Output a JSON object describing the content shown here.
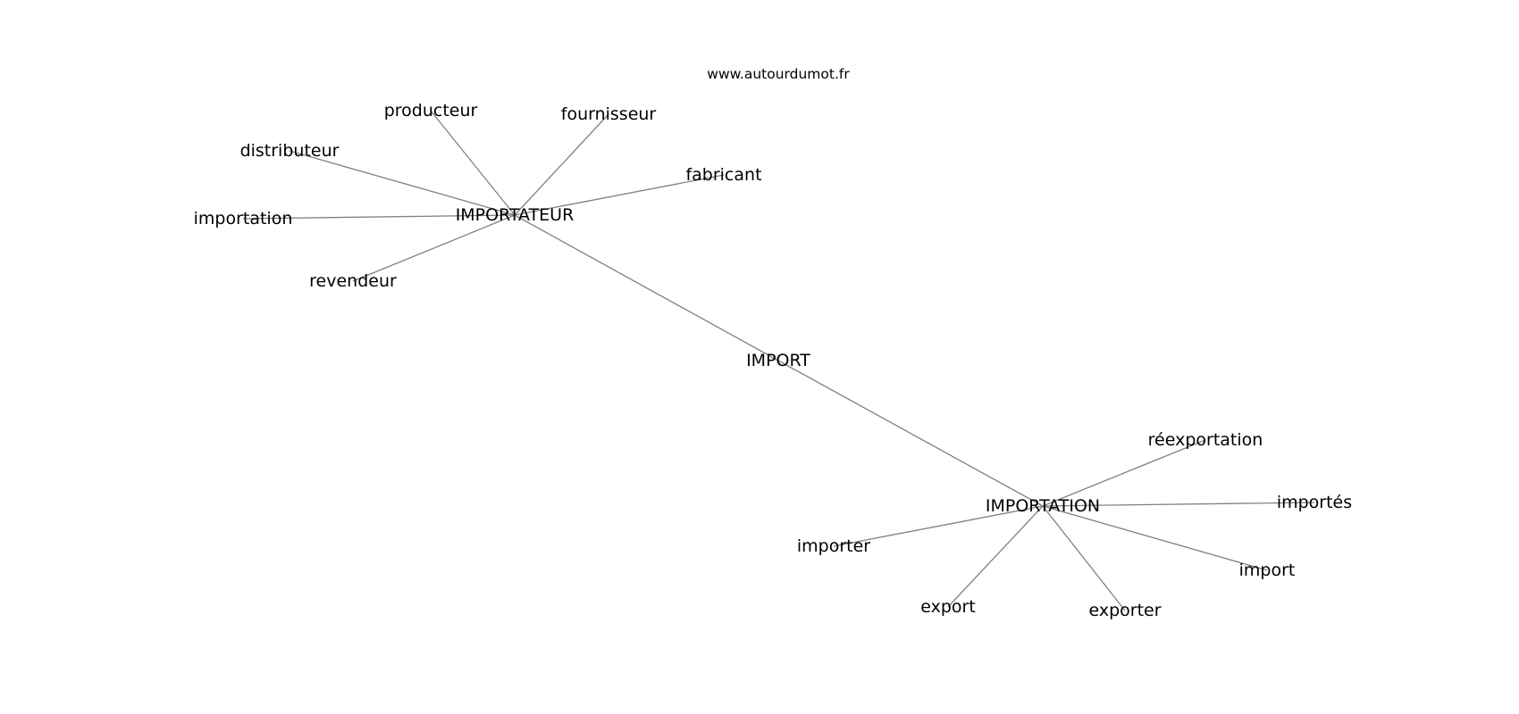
{
  "watermark": "www.autourdumot.fr",
  "colors": {
    "edge": "#808080",
    "text": "#000000",
    "background": "#ffffff"
  },
  "graph": {
    "nodes": [
      {
        "id": "import",
        "label": "IMPORT"
      },
      {
        "id": "importateur",
        "label": "IMPORTATEUR"
      },
      {
        "id": "importation_hub",
        "label": "IMPORTATION"
      },
      {
        "id": "producteur",
        "label": "producteur"
      },
      {
        "id": "fournisseur",
        "label": "fournisseur"
      },
      {
        "id": "distributeur",
        "label": "distributeur"
      },
      {
        "id": "fabricant",
        "label": "fabricant"
      },
      {
        "id": "importation_leaf",
        "label": "importation"
      },
      {
        "id": "revendeur",
        "label": "revendeur"
      },
      {
        "id": "reexportation",
        "label": "réexportation"
      },
      {
        "id": "importes",
        "label": "importés"
      },
      {
        "id": "importer",
        "label": "importer"
      },
      {
        "id": "import_leaf",
        "label": "import"
      },
      {
        "id": "export",
        "label": "export"
      },
      {
        "id": "exporter",
        "label": "exporter"
      }
    ],
    "edges": [
      [
        "import",
        "importateur"
      ],
      [
        "import",
        "importation_hub"
      ],
      [
        "importateur",
        "producteur"
      ],
      [
        "importateur",
        "fournisseur"
      ],
      [
        "importateur",
        "distributeur"
      ],
      [
        "importateur",
        "fabricant"
      ],
      [
        "importateur",
        "importation_leaf"
      ],
      [
        "importateur",
        "revendeur"
      ],
      [
        "importation_hub",
        "reexportation"
      ],
      [
        "importation_hub",
        "importes"
      ],
      [
        "importation_hub",
        "importer"
      ],
      [
        "importation_hub",
        "import_leaf"
      ],
      [
        "importation_hub",
        "export"
      ],
      [
        "importation_hub",
        "exporter"
      ]
    ]
  }
}
